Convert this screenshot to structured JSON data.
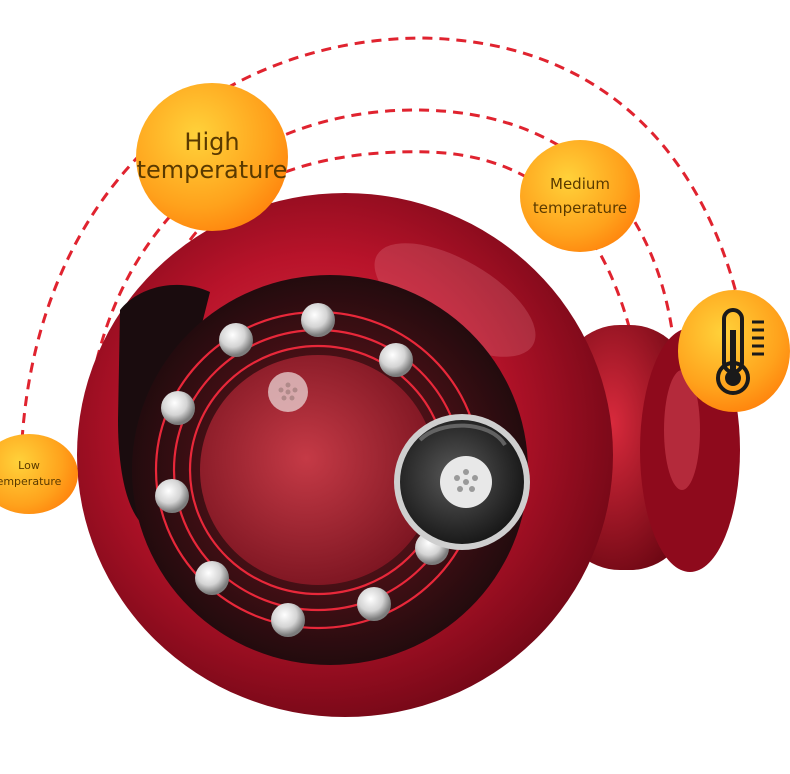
{
  "labels": {
    "high": [
      "High",
      "temperature"
    ],
    "medium": [
      "Medium",
      "temperature"
    ],
    "low": [
      "Low",
      "emperature"
    ]
  },
  "icons": {
    "thermometer": "thermometer-icon"
  },
  "colors": {
    "device_red": "#c0152a",
    "dashed_line": "#e0232f",
    "ring_line": "#e8283a",
    "bubble_orange": "#ffa21c"
  }
}
